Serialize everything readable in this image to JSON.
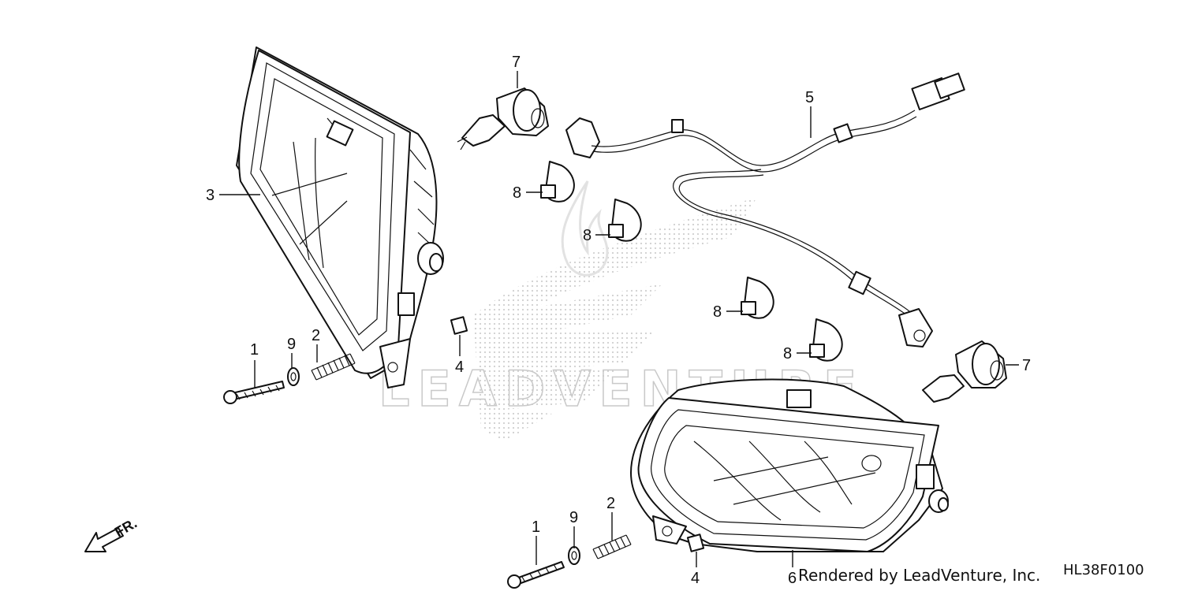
{
  "callouts": {
    "c1a": "1",
    "c9a": "9",
    "c2a": "2",
    "c3": "3",
    "c4a": "4",
    "c7a": "7",
    "c8a": "8",
    "c8b": "8",
    "c5": "5",
    "c8c": "8",
    "c8d": "8",
    "c7b": "7",
    "c1b": "1",
    "c9b": "9",
    "c2b": "2",
    "c4b": "4",
    "c6": "6"
  },
  "direction_label": "FR.",
  "watermark_text": "LEADVENTURE",
  "credit": "Rendered by LeadVenture, Inc.",
  "figure_code": "HL38F0100"
}
